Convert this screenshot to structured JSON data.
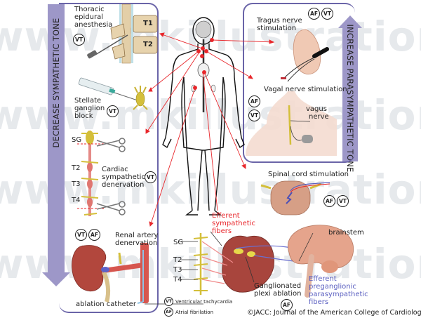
{
  "watermark": [
    "www.mkillustrations.com",
    "www.mkillustrations.com",
    "www.mkillustrations.com",
    "www.mkillustrations.com"
  ],
  "left_arrow_label": "DECREASE SYMPATHETIC TONE",
  "right_arrow_label": "INCREASE PARASYMPATHETIC TONE",
  "badges": {
    "vt": "VT",
    "af": "AF"
  },
  "left_panel": {
    "thoracic": {
      "title": [
        "Thoracic",
        "epidural",
        "anesthesia"
      ],
      "vertebra_labels": [
        "T1",
        "T2"
      ]
    },
    "stellate": {
      "title": [
        "Stellate",
        "ganglion",
        "block"
      ]
    },
    "cardiac": {
      "title": [
        "Cardiac",
        "sympathetic",
        "denervation"
      ],
      "chain_labels": [
        "SG",
        "T2",
        "T3",
        "T4"
      ]
    },
    "renal": {
      "title": [
        "Renal artery",
        "denervation"
      ],
      "catheter_label": "ablation catheter"
    }
  },
  "right_panel": {
    "tragus": {
      "title": [
        "Tragus nerve",
        "stimulation"
      ]
    },
    "vagal": {
      "title": "Vagal nerve stimulation",
      "nerve_label": [
        "vagus",
        "nerve"
      ]
    }
  },
  "spinal": {
    "title": "Spinal cord stimulation"
  },
  "heart": {
    "efferent_symp": [
      "Efferent",
      "sympathetic",
      "fibers"
    ],
    "chain_labels": [
      "SG",
      "T2",
      "T3",
      "T4"
    ],
    "gp_label": [
      "Ganglionated",
      "plexi ablation"
    ],
    "brainstem": "brainstem",
    "efferent_para": [
      "Efferent",
      "preganglionic",
      "parasympathetic",
      "fibers"
    ]
  },
  "legend": [
    {
      "badge": "VT",
      "text": "Ventricular tachycardia"
    },
    {
      "badge": "AF",
      "text": "Atrial fibrilation"
    }
  ],
  "credit": "©JACC: Journal of the American College of Cardiology",
  "colors": {
    "panel_border": "#6a64a8",
    "arrow_fill": "#9d97c8",
    "pointer_red": "#e8262b",
    "symp_red": "#e8262b",
    "para_blue": "#5a5fc0"
  }
}
